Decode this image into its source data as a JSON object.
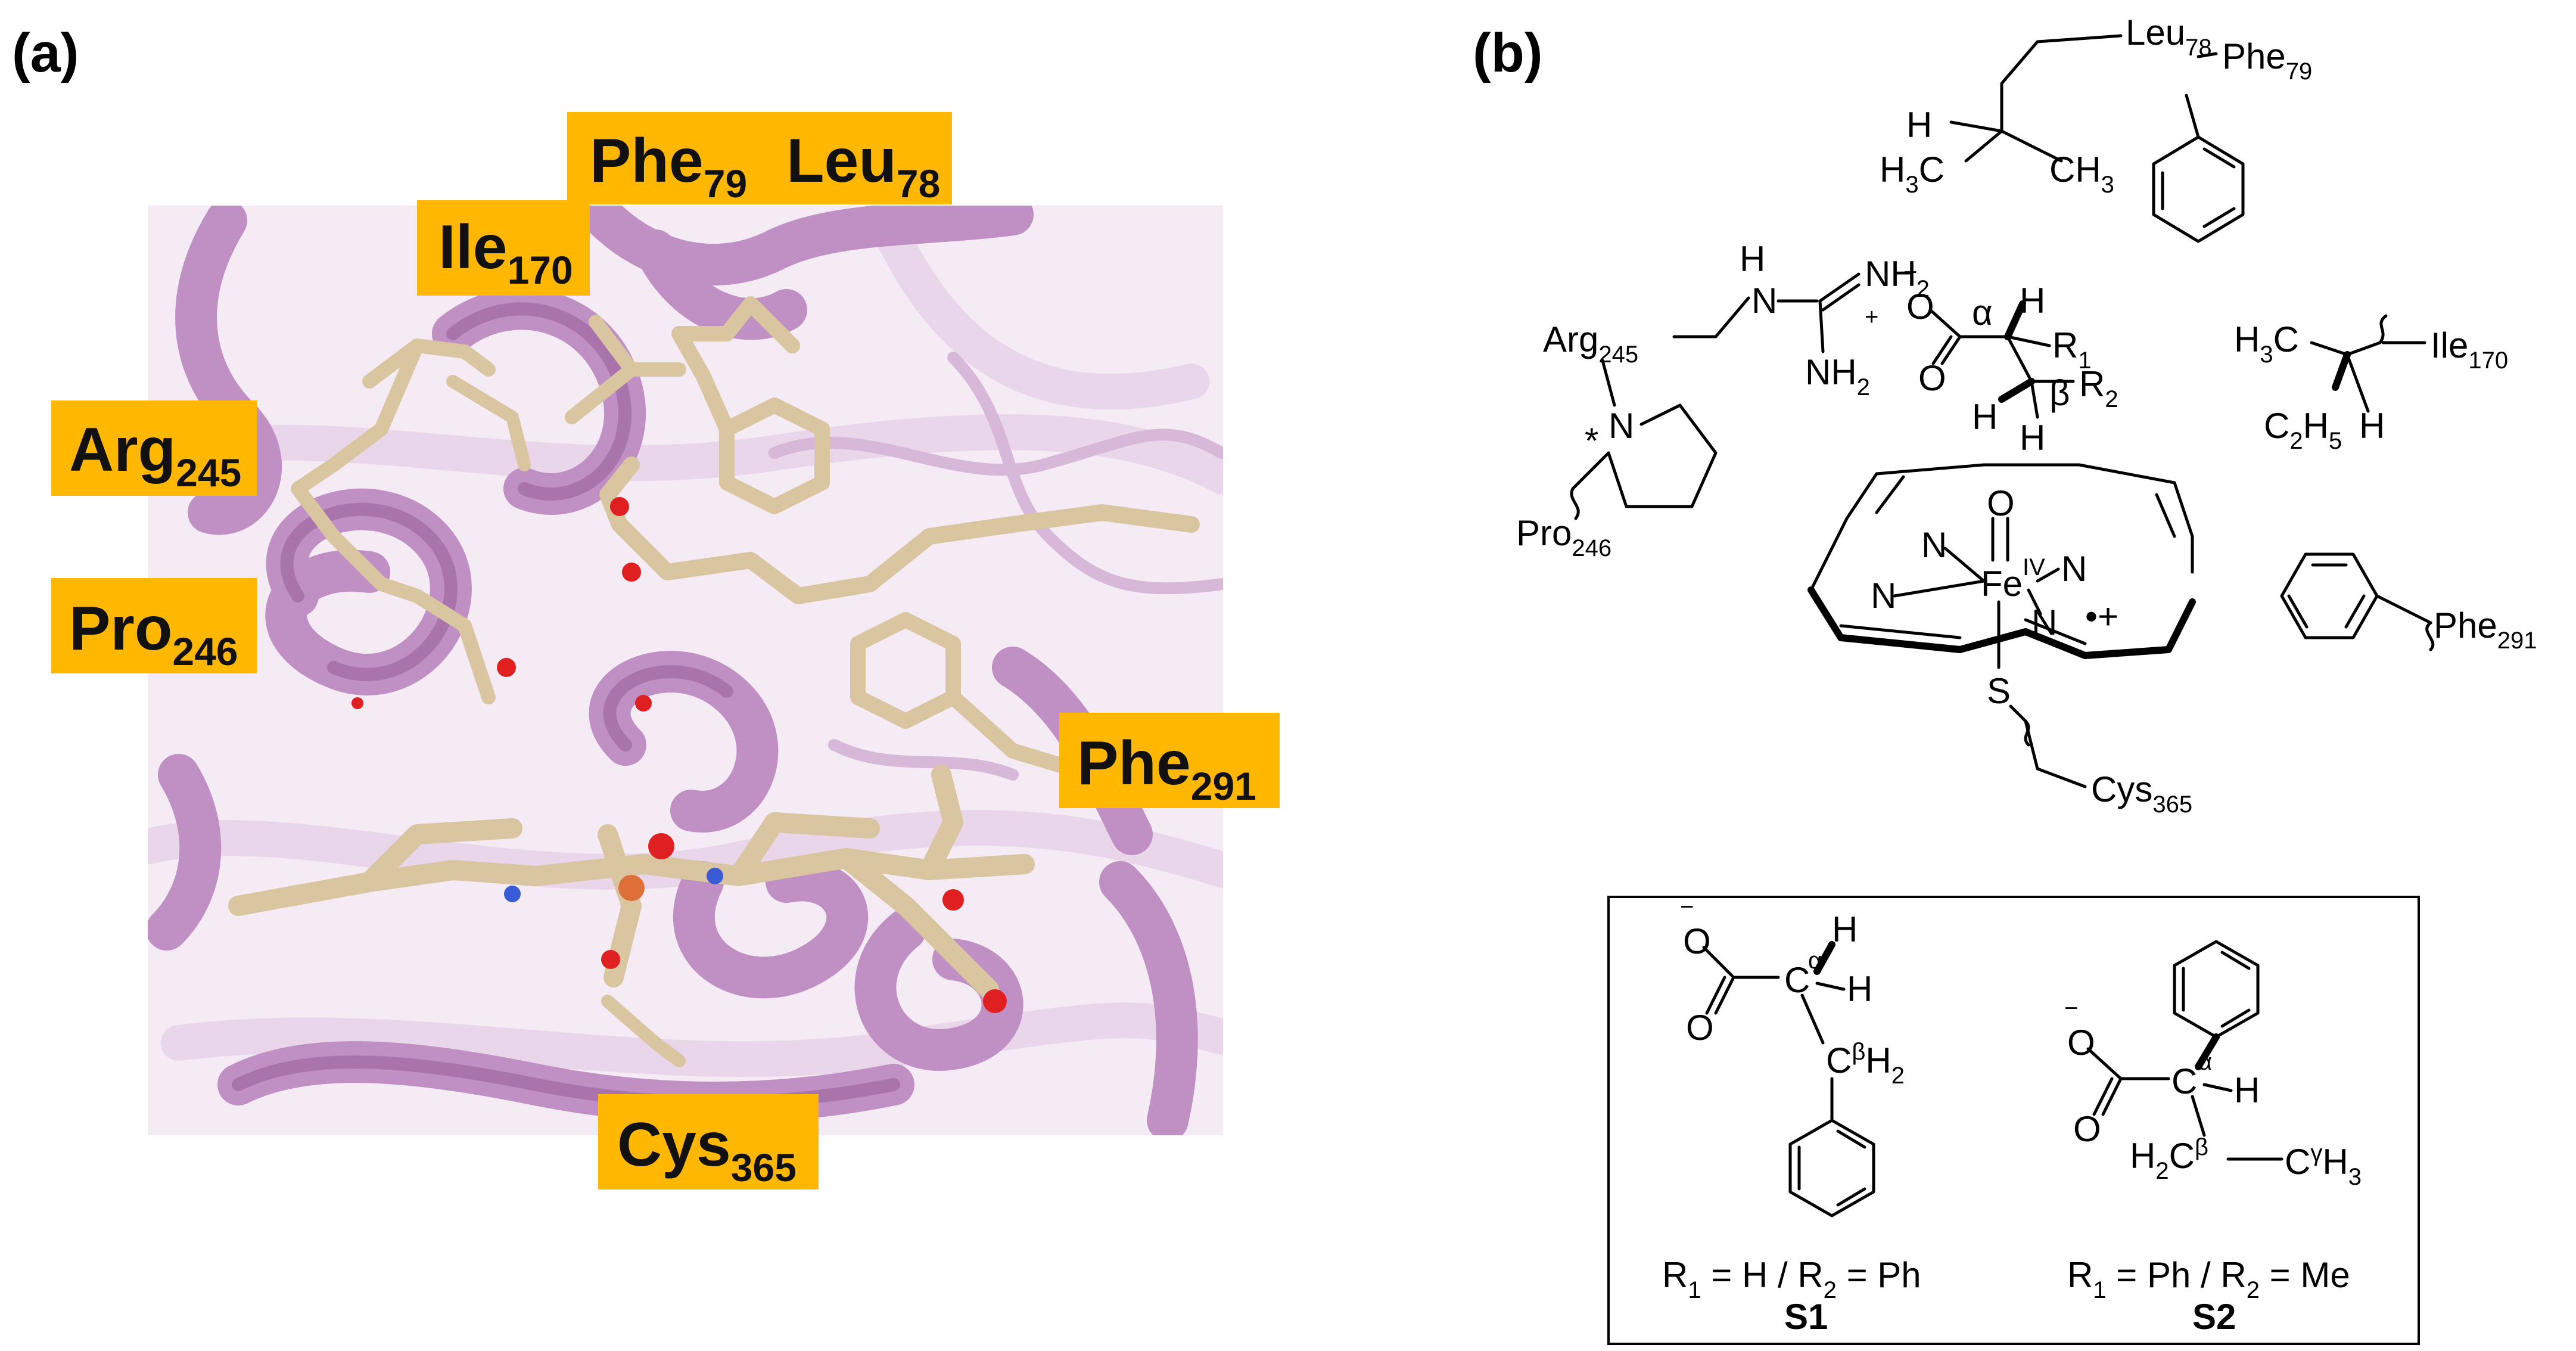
{
  "panels": {
    "a": {
      "label": "(a)"
    },
    "b": {
      "label": "(b)"
    }
  },
  "residues_a": [
    {
      "name": "Phe",
      "sub": "79"
    },
    {
      "name": "Leu",
      "sub": "78"
    },
    {
      "name": "Ile",
      "sub": "170"
    },
    {
      "name": "Arg",
      "sub": "245"
    },
    {
      "name": "Pro",
      "sub": "246"
    },
    {
      "name": "Phe",
      "sub": "291"
    },
    {
      "name": "Cys",
      "sub": "365"
    }
  ],
  "scheme": {
    "leu": {
      "name": "Leu",
      "sub": "78"
    },
    "phe79": {
      "name": "Phe",
      "sub": "79"
    },
    "h3c": "H",
    "h3c_3": "3",
    "h3c_c": "C",
    "ch3": "CH",
    "ch3_3": "3",
    "h": "H",
    "arg": {
      "name": "Arg",
      "sub": "245"
    },
    "pro": {
      "name": "Pro",
      "sub": "246"
    },
    "nh": "H",
    "n": "N",
    "nh2": "NH",
    "nh2_2": "2",
    "plus": "+",
    "minus": "−",
    "o": "O",
    "alpha": "α",
    "beta": "β",
    "r": "R",
    "r1": "1",
    "r2": "2",
    "ile": {
      "name": "Ile",
      "sub": "170"
    },
    "c2h5_c": "C",
    "c2h5_2": "2",
    "c2h5_h": "H",
    "c2h5_5": "5",
    "fe": "Fe",
    "fe_ox": "IV",
    "radical": "•+",
    "s": "S",
    "cys": {
      "name": "Cys",
      "sub": "365"
    },
    "phe291": {
      "name": "Phe",
      "sub": "291"
    },
    "star": "*",
    "fe_color": "#9b30d9",
    "oxo_color": "#e0001b"
  },
  "box": {
    "s1": {
      "c_alpha": "C",
      "alpha": "α",
      "h": "H",
      "c_beta": "C",
      "beta": "β",
      "h2": "H",
      "h2_2": "2",
      "caption_parts": [
        "R",
        "1",
        " = H / R",
        "2",
        " = Ph"
      ],
      "name": "S1"
    },
    "s2": {
      "c_alpha": "C",
      "alpha": "α",
      "h": "H",
      "h2c_h": "H",
      "h2c_2": "2",
      "h2c_c": "C",
      "beta": "β",
      "cg": "C",
      "gamma": "γ",
      "h3": "H",
      "h3_3": "3",
      "caption_parts": [
        "R",
        "1",
        " = Ph / R",
        "2",
        " = Me"
      ],
      "name": "S2"
    }
  }
}
